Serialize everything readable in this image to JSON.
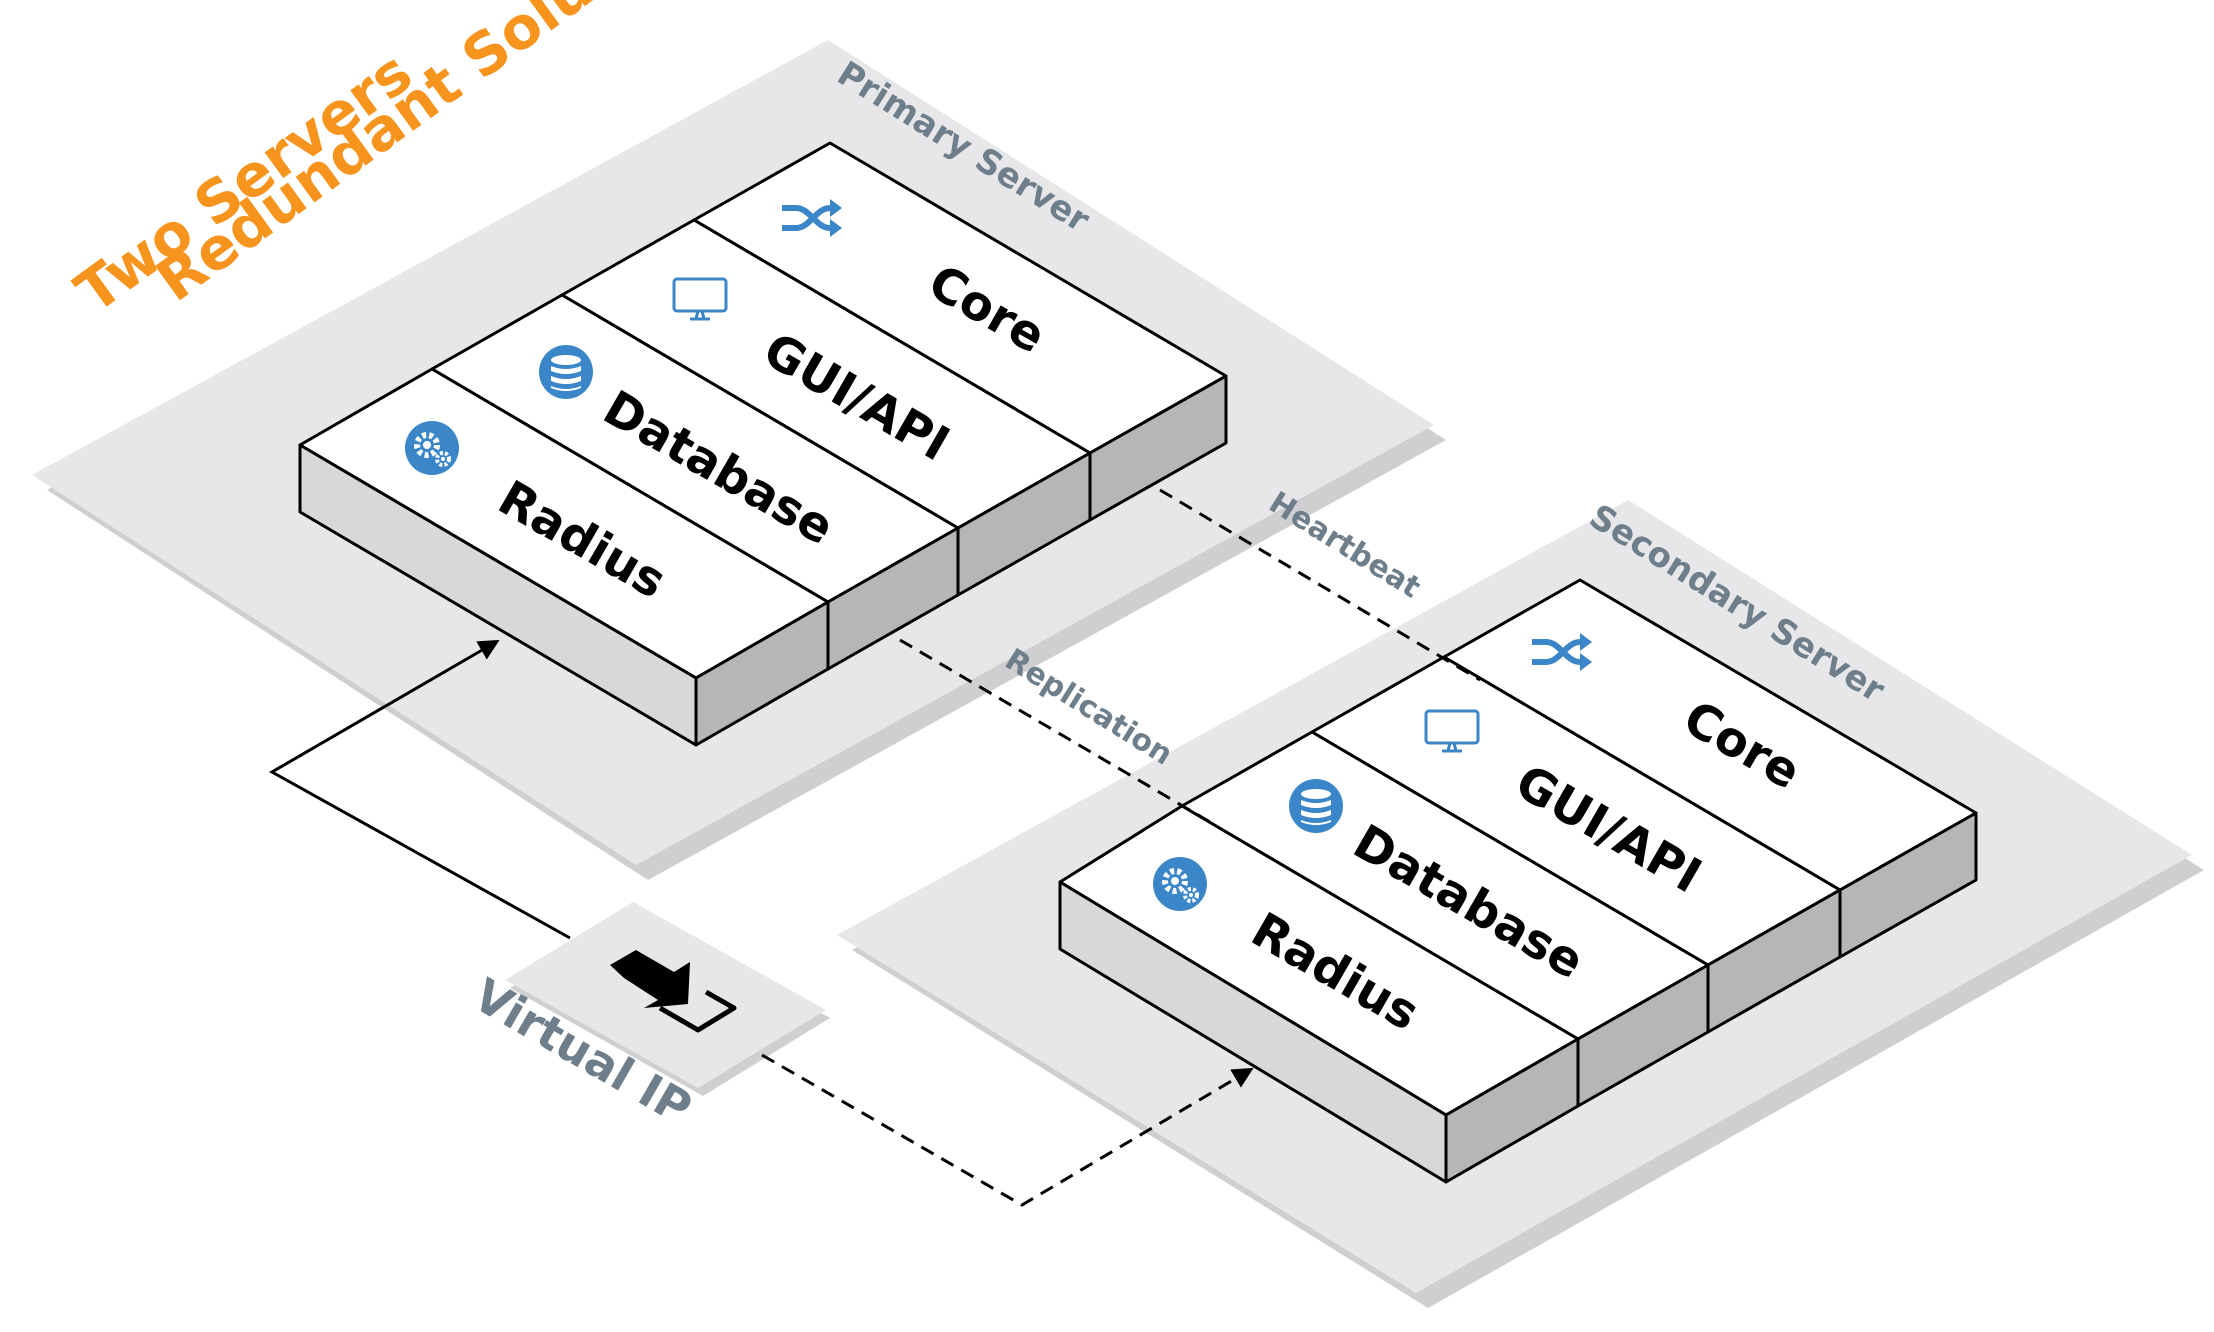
{
  "title": {
    "line1": "Two Servers",
    "line2": "Redundant Solution",
    "color": "#f7941d"
  },
  "primary": {
    "label": "Primary Server",
    "modules": {
      "core": "Core",
      "gui": "GUI/API",
      "database": "Database",
      "radius": "Radius"
    }
  },
  "secondary": {
    "label": "Secondary Server",
    "modules": {
      "core": "Core",
      "gui": "GUI/API",
      "database": "Database",
      "radius": "Radius"
    }
  },
  "links": {
    "heartbeat": "Heartbeat",
    "replication": "Replication"
  },
  "virtual_ip": {
    "label": "Virtual IP",
    "icon": "login-arrow-icon"
  },
  "icons": {
    "core": "shuffle-icon",
    "gui": "monitor-icon",
    "database": "database-icon",
    "radius": "gears-icon"
  },
  "colors": {
    "accent": "#f7941d",
    "icon_blue": "#3b86c8",
    "label_gray": "#6e7f8b",
    "platform": "#e7e7e9"
  }
}
